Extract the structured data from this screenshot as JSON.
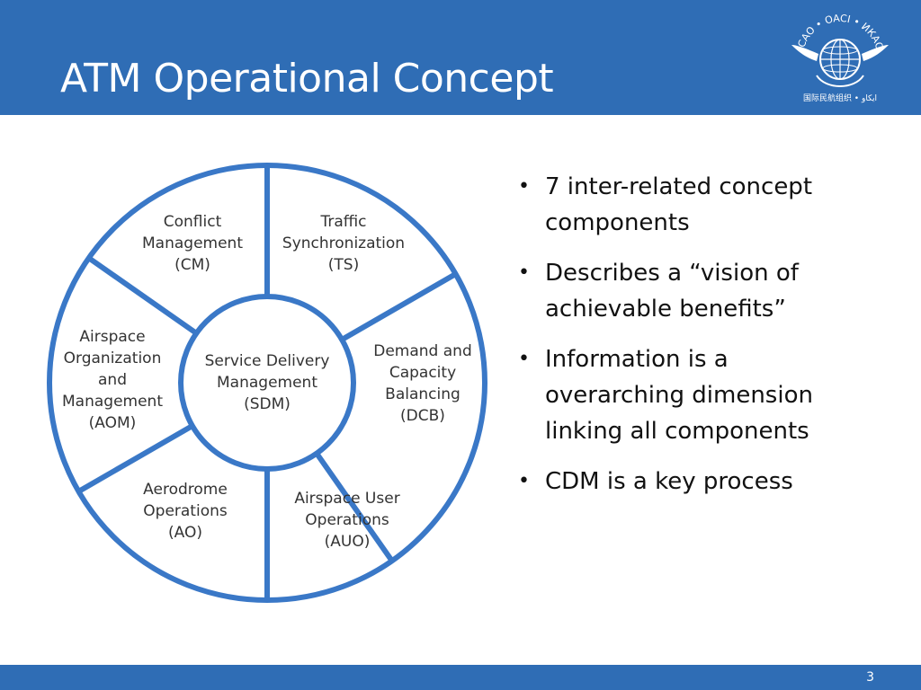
{
  "header": {
    "title": "ATM Operational Concept",
    "emblem": {
      "icon": "icao-emblem-icon",
      "lettering": "ICAO • OACI • ИКАО • 国际民航组织 • ايكاو"
    }
  },
  "diagram": {
    "center": {
      "lines": [
        "Service Delivery",
        "Management",
        "(SDM)"
      ]
    },
    "segments": [
      {
        "lines": [
          "Conflict",
          "Management",
          "(CM)"
        ]
      },
      {
        "lines": [
          "Traffic",
          "Synchronization",
          "(TS)"
        ]
      },
      {
        "lines": [
          "Demand and",
          "Capacity",
          "Balancing",
          "(DCB)"
        ]
      },
      {
        "lines": [
          "Airspace User",
          "Operations",
          "(AUO)"
        ]
      },
      {
        "lines": [
          "Aerodrome",
          "Operations",
          "(AO)"
        ]
      },
      {
        "lines": [
          "Airspace",
          "Organization",
          "and",
          "Management",
          "(AOM)"
        ]
      }
    ],
    "colors": {
      "ring": "#3a78c7",
      "text": "#333333"
    }
  },
  "bullets": [
    {
      "lines": [
        "7 inter-related concept",
        "components"
      ]
    },
    {
      "lines": [
        "Describes a “vision of",
        "achievable benefits”"
      ]
    },
    {
      "lines": [
        "Information is a",
        "overarching dimension",
        "linking all components"
      ]
    },
    {
      "lines": [
        "CDM is a key process"
      ]
    }
  ],
  "footer": {
    "page_number": "3"
  },
  "colors": {
    "header_bg": "#2f6db5",
    "footer_bg": "#2f6db5",
    "title_text": "#ffffff"
  }
}
